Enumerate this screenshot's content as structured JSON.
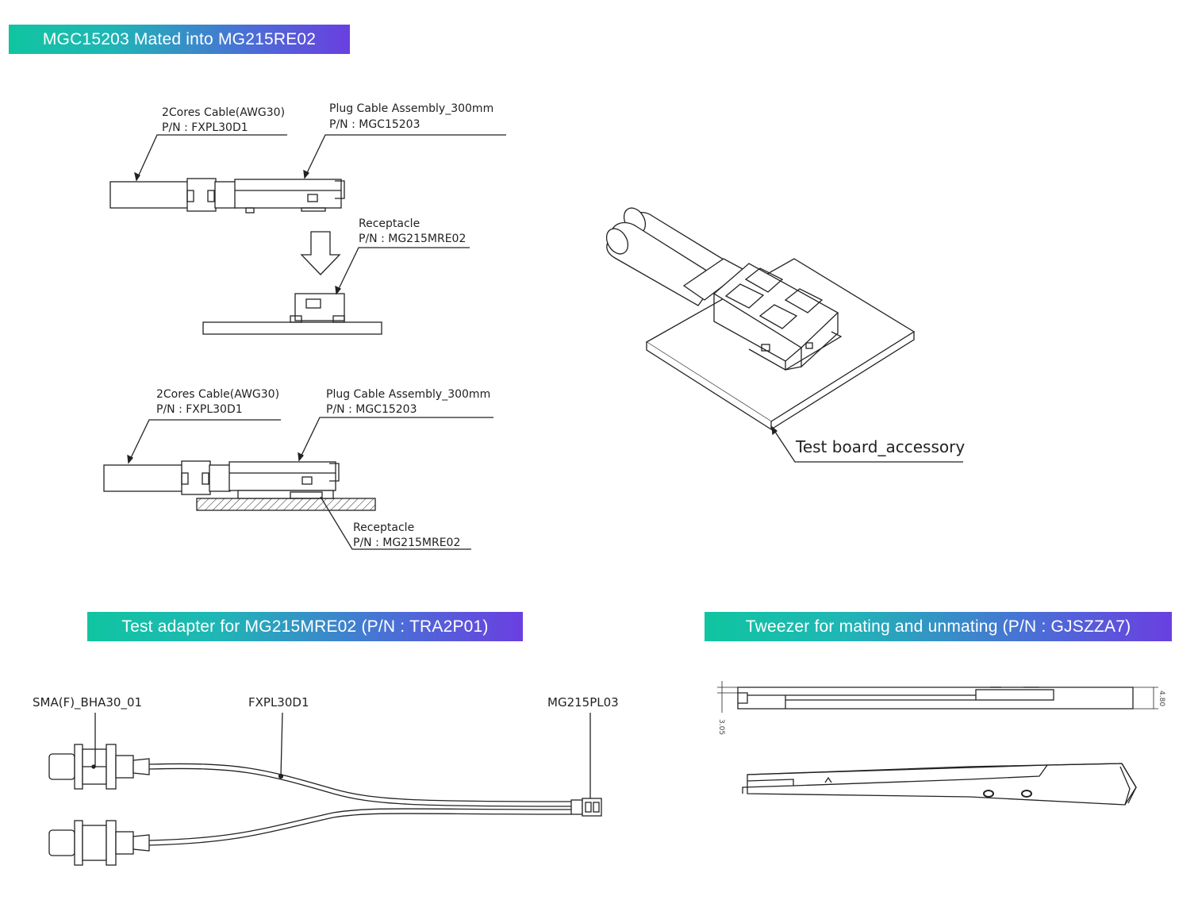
{
  "banners": {
    "mated": "MGC15203 Mated into MG215RE02",
    "adapter": "Test adapter for MG215MRE02 (P/N : TRA2P01)",
    "tweezer": "Tweezer for mating and unmating (P/N : GJSZZA7)"
  },
  "top_drawing": {
    "cable_name": "2Cores Cable(AWG30)",
    "cable_pn": "P/N : FXPL30D1",
    "plug_name": "Plug Cable Assembly_300mm",
    "plug_pn": "P/N : MGC15203",
    "receptacle_name": "Receptacle",
    "receptacle_pn": "P/N : MG215MRE02"
  },
  "mated_drawing": {
    "cable_name": "2Cores Cable(AWG30)",
    "cable_pn": "P/N : FXPL30D1",
    "plug_name": "Plug Cable Assembly_300mm",
    "plug_pn": "P/N : MGC15203",
    "receptacle_name": "Receptacle",
    "receptacle_pn": "P/N : MG215MRE02"
  },
  "iso_drawing": {
    "board_label": "Test board_accessory"
  },
  "adapter_drawing": {
    "sma_label": "SMA(F)_BHA30_01",
    "cable_label": "FXPL30D1",
    "plug_label": "MG215PL03"
  },
  "tweezer_drawing": {
    "dim_height": "4.80",
    "dim_tip": "3.05"
  }
}
